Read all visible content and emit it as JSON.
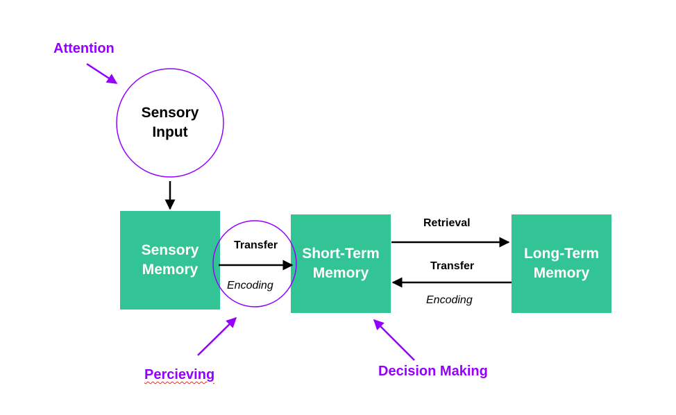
{
  "colors": {
    "box_fill": "#33c495",
    "accent": "#9400ff",
    "arrow": "#000000"
  },
  "nodes": {
    "sensory_input": {
      "line1": "Sensory",
      "line2": "Input"
    },
    "sensory_memory": {
      "line1": "Sensory",
      "line2": "Memory"
    },
    "short_term_memory": {
      "line1": "Short-Term",
      "line2": "Memory"
    },
    "long_term_memory": {
      "line1": "Long-Term",
      "line2": "Memory"
    }
  },
  "annotations": {
    "attention": "Attention",
    "percieving": "Percieving",
    "decision_making": "Decision Making"
  },
  "edges": {
    "sm_to_stm": {
      "top": "Transfer",
      "bottom": "Encoding"
    },
    "stm_to_ltm": {
      "label": "Retrieval"
    },
    "ltm_to_stm": {
      "top": "Transfer",
      "bottom": "Encoding"
    }
  }
}
